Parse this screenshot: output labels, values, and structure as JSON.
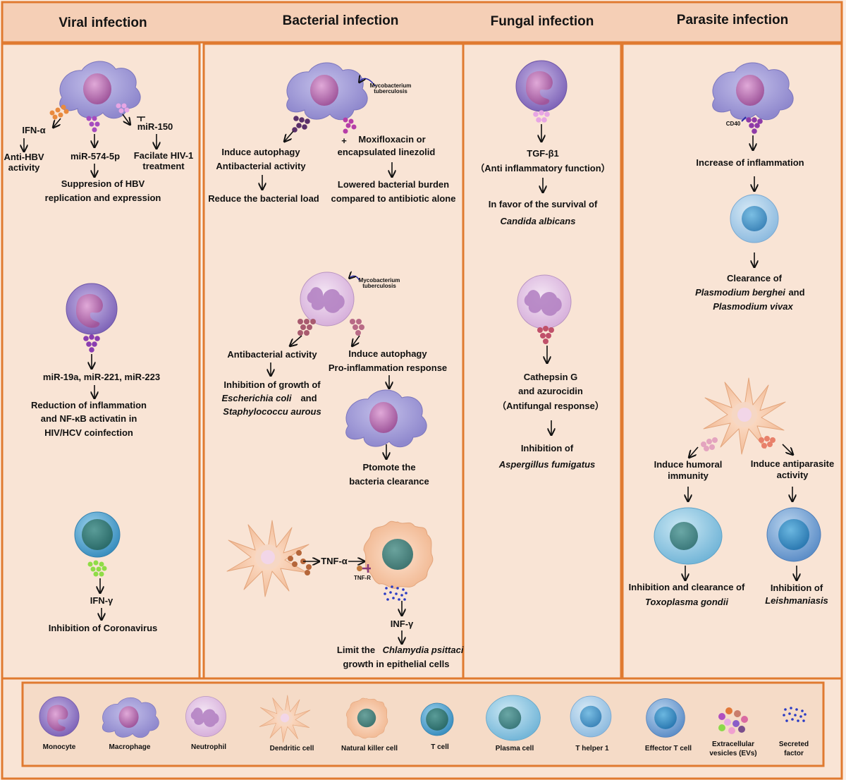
{
  "headers": {
    "viral": "Viral infection",
    "bacterial": "Bacterial infection",
    "fungal": "Fungal infection",
    "parasite": "Parasite infection"
  },
  "viral": {
    "ifn_alpha": "IFN-α",
    "anti_hbv_1": "Anti-HBV",
    "anti_hbv_2": "activity",
    "mir574": "miR-574-5p",
    "mir150": "miR-150",
    "facilate_1": "Facilate HIV-1",
    "facilate_2": "treatment",
    "suppresion_1": "Suppresion of HBV",
    "suppresion_2": "replication and expression",
    "mir19": "miR-19a, miR-221, miR-223",
    "reduction_1": "Reduction of inflammation",
    "reduction_2": "and  NF-κB  activatin in",
    "reduction_3": "HIV/HCV coinfection",
    "ifn_gamma": "IFN-γ",
    "corona": "Inhibition of Coronavirus"
  },
  "bacterial": {
    "mtb_1": "Mycobacterium",
    "mtb_2": "tuberculosis",
    "autophagy_1": "Induce autophagy",
    "autophagy_2": "Antibacterial activity",
    "moxi_1": "Moxifloxacin or",
    "moxi_2": "encapsulated linezolid",
    "reduce_load": "Reduce the bacterial load",
    "lowered_1": "Lowered bacterial burden",
    "lowered_2": "compared to antibiotic alone",
    "antibacterial": "Antibacterial activity",
    "induce_autophagy": "Induce autophagy",
    "proinflammation": "Pro-inflammation response",
    "inhibition_growth": "Inhibition of growth of",
    "ecoli": "Escherichia coli",
    "and": "and",
    "staph": "Staphylococcu aurous",
    "promote_1": "Ptomote the",
    "promote_2": "bacteria clearance",
    "tnf_alpha": "TNF-α",
    "tnf_r": "TNF-R",
    "inf_gamma": "INF-γ",
    "limit_1": "Limit the",
    "chlamydia": "Chlamydia psittaci",
    "limit_2": "growth in epithelial cells"
  },
  "fungal": {
    "tgf": "TGF-β1",
    "anti_inflam": "（Anti inflammatory function）",
    "favor": "In favor of the survival of",
    "candida": "Candida albicans",
    "cathepsin": "Cathepsin G",
    "azurocidin": "and azurocidin",
    "antifungal": "（Antifungal response）",
    "inhibition_of": "Inhibition of",
    "aspergillus": "Aspergillus fumigatus"
  },
  "parasite": {
    "cd40": "CD40",
    "increase": "Increase of inflammation",
    "clearance_of": "Clearance of",
    "berghei": "Plasmodium berghei",
    "and": "and",
    "vivax": "Plasmodium vivax",
    "humoral_1": "Induce humoral",
    "humoral_2": "immunity",
    "antiparasite_1": "Induce antiparasite",
    "antiparasite_2": "activity",
    "inhib_clear": "Inhibition and clearance of",
    "toxoplasma": "Toxoplasma  gondii",
    "inhibition_of": "Inhibition of",
    "leish": "Leishmaniasis"
  },
  "legend": {
    "monocyte": "Monocyte",
    "macrophage": "Macrophage",
    "neutrophil": "Neutrophil",
    "dendritic": "Dendritic cell",
    "nk": "Natural killer cell",
    "tcell": "T cell",
    "plasma": "Plasma cell",
    "thelper": "T helper 1",
    "effector": "Effector T cell",
    "evs_1": "Extracellular",
    "evs_2": "vesicles (EVs)",
    "secreted_1": "Secreted",
    "secreted_2": "factor"
  },
  "colors": {
    "panel_bg": "#f9e4d5",
    "header_bg": "#f5cfb6",
    "border": "#e07a30",
    "monocyte": "#8b6dbf",
    "macrophage": "#9b96d4",
    "neutrophil": "#d9b5dd",
    "dendritic": "#f4c3a1",
    "tcell": "#4a9ec4"
  }
}
